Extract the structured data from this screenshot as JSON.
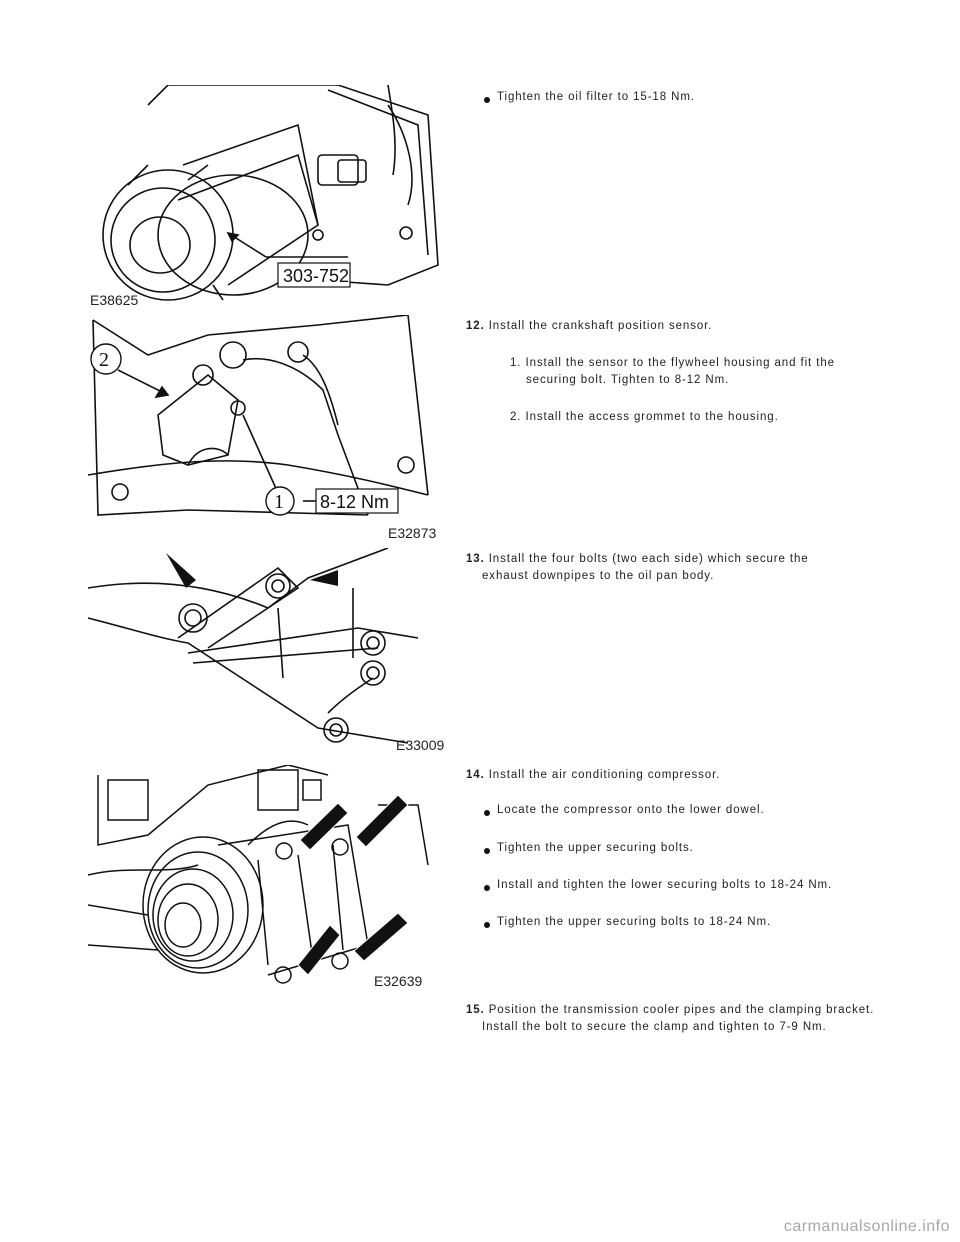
{
  "figures": {
    "fig1": {
      "code": "E38625",
      "tool": "303-752"
    },
    "fig2": {
      "code": "E32873",
      "callout_2": "2",
      "callout_1": "1",
      "torque": "8-12 Nm"
    },
    "fig3": {
      "code": "E33009"
    },
    "fig4": {
      "code": "E32639"
    }
  },
  "steps": {
    "s11_bullet": "Tighten the oil filter to 15-18 Nm.",
    "s12": {
      "num": "12.",
      "text": "Install the crankshaft position sensor.",
      "sub1": "1. Install the sensor to the flywheel housing and fit the securing bolt. Tighten to 8-12 Nm.",
      "sub2": "2. Install the access grommet to the housing."
    },
    "s13": {
      "num": "13.",
      "text": "Install the four bolts (two each side) which secure the exhaust downpipes to the oil pan body."
    },
    "s14": {
      "num": "14.",
      "text": "Install the air conditioning compressor.",
      "b1": "Locate the compressor onto the lower dowel.",
      "b2": "Tighten the upper securing bolts.",
      "b3": "Install and tighten the lower securing bolts to 18-24 Nm.",
      "b4": "Tighten the upper securing bolts to 18-24 Nm."
    },
    "s15": {
      "num": "15.",
      "text": "Position the transmission cooler pipes and the clamping bracket. Install the bolt to secure the clamp and tighten to 7-9 Nm."
    }
  },
  "watermark": "carmanualsonline.info"
}
